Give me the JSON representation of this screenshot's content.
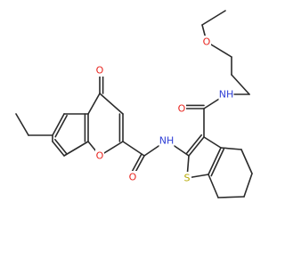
{
  "molecule": {
    "atom_labels": {
      "chromone_carbonyl_o": "O",
      "ring_o": "O",
      "amide1_o": "O",
      "amide1_n": "NH",
      "amide2_o": "O",
      "amide2_n": "NH",
      "ether_o": "O",
      "thiophene_s": "S"
    },
    "colors": {
      "oxygen": "#e8251f",
      "nitrogen": "#2f3fd6",
      "sulfur": "#b5a800",
      "carbon": "#2b2b2b"
    }
  }
}
